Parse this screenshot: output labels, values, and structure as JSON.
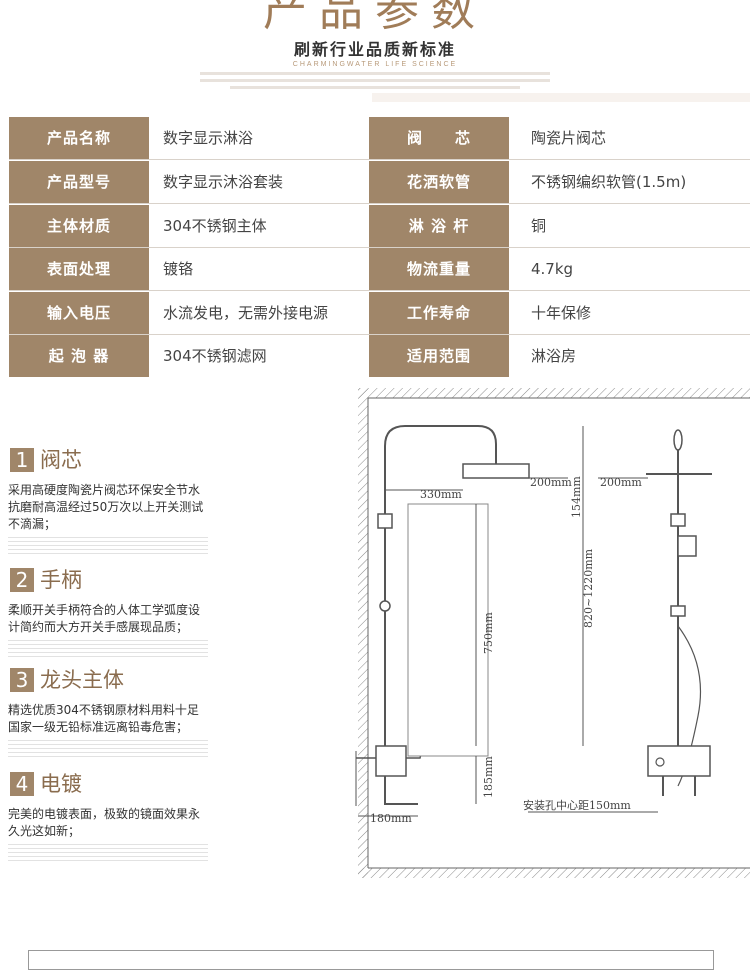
{
  "header": {
    "title": "产品参数",
    "subtitle": "刷新行业品质新标准",
    "english": "CHARMINGWATER LIFE SCIENCE"
  },
  "specs": [
    {
      "label1": "产品名称",
      "value1": "数字显示淋浴",
      "label2": "阀　　芯",
      "value2": "陶瓷片阀芯"
    },
    {
      "label1": "产品型号",
      "value1": "数字显示沐浴套装",
      "label2": "花洒软管",
      "value2": "不锈钢编织软管(1.5m)"
    },
    {
      "label1": "主体材质",
      "value1": "304不锈钢主体",
      "label2": "淋 浴 杆",
      "value2": "铜"
    },
    {
      "label1": "表面处理",
      "value1": "镀铬",
      "label2": "物流重量",
      "value2": "4.7kg"
    },
    {
      "label1": "输入电压",
      "value1": "水流发电，无需外接电源",
      "label2": "工作寿命",
      "value2": "十年保修"
    },
    {
      "label1": "起 泡 器",
      "value1": "304不锈钢滤网",
      "label2": "适用范围",
      "value2": "淋浴房"
    }
  ],
  "features": [
    {
      "num": "1",
      "title": "阀芯",
      "desc": "采用高硬度陶瓷片阀芯环保安全节水抗磨耐高温经过50万次以上开关测试不滴漏；"
    },
    {
      "num": "2",
      "title": "手柄",
      "desc": "柔顺开关手柄符合的人体工学弧度设计简约而大方开关手感展现品质；"
    },
    {
      "num": "3",
      "title": "龙头主体",
      "desc": "精选优质304不锈钢原材料用料十足国家一级无铅标准远离铅毒危害；"
    },
    {
      "num": "4",
      "title": "电镀",
      "desc": "完美的电镀表面，极致的镜面效果永久光这如新；"
    }
  ],
  "diagram": {
    "dim_330": "330mm",
    "dim_200a": "200mm",
    "dim_200b": "200mm",
    "dim_154": "154mm",
    "dim_750": "750mm",
    "dim_820": "820~1220mm",
    "dim_185": "185mm",
    "dim_180": "180mm",
    "dim_150": "安装孔中心距150mm"
  },
  "colors": {
    "accent": "#a08669",
    "title": "#a07c58"
  }
}
